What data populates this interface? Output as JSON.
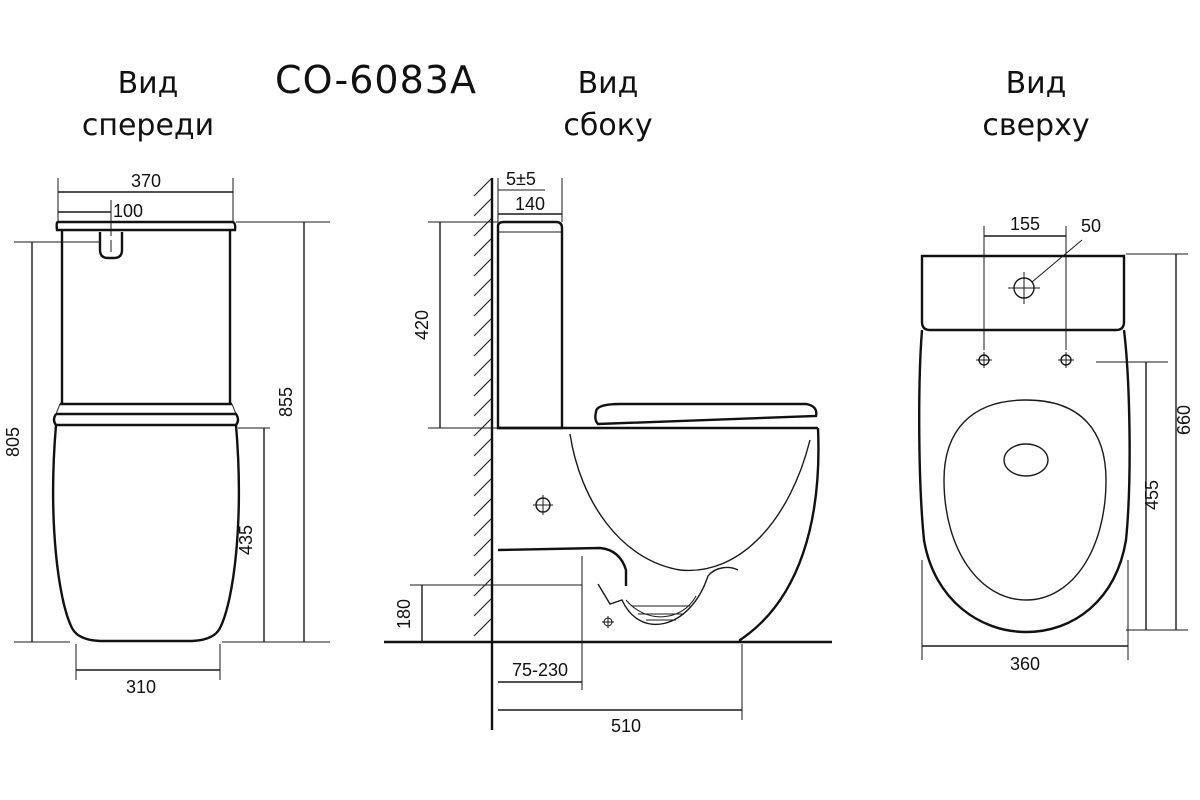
{
  "model": "CO-6083A",
  "views": {
    "front": {
      "line1": "Вид",
      "line2": "спереди"
    },
    "side": {
      "line1": "Вид",
      "line2": "сбоку"
    },
    "top": {
      "line1": "Вид",
      "line2": "сверху"
    }
  },
  "dimensions": {
    "front": {
      "tank_width": "370",
      "button_offset": "100",
      "total_height": "805",
      "overall_height": "855",
      "seat_height": "435",
      "base_width": "310"
    },
    "side": {
      "wall_gap": "5±5",
      "tank_depth": "140",
      "tank_height": "420",
      "outlet_height": "180",
      "outlet_range": "75-230",
      "total_depth": "510"
    },
    "top": {
      "hole_spacing": "155",
      "hole_size": "50",
      "total_length": "660",
      "bowl_length": "455",
      "width": "360"
    }
  },
  "colors": {
    "line": "#1a1a1a",
    "background": "#ffffff"
  }
}
